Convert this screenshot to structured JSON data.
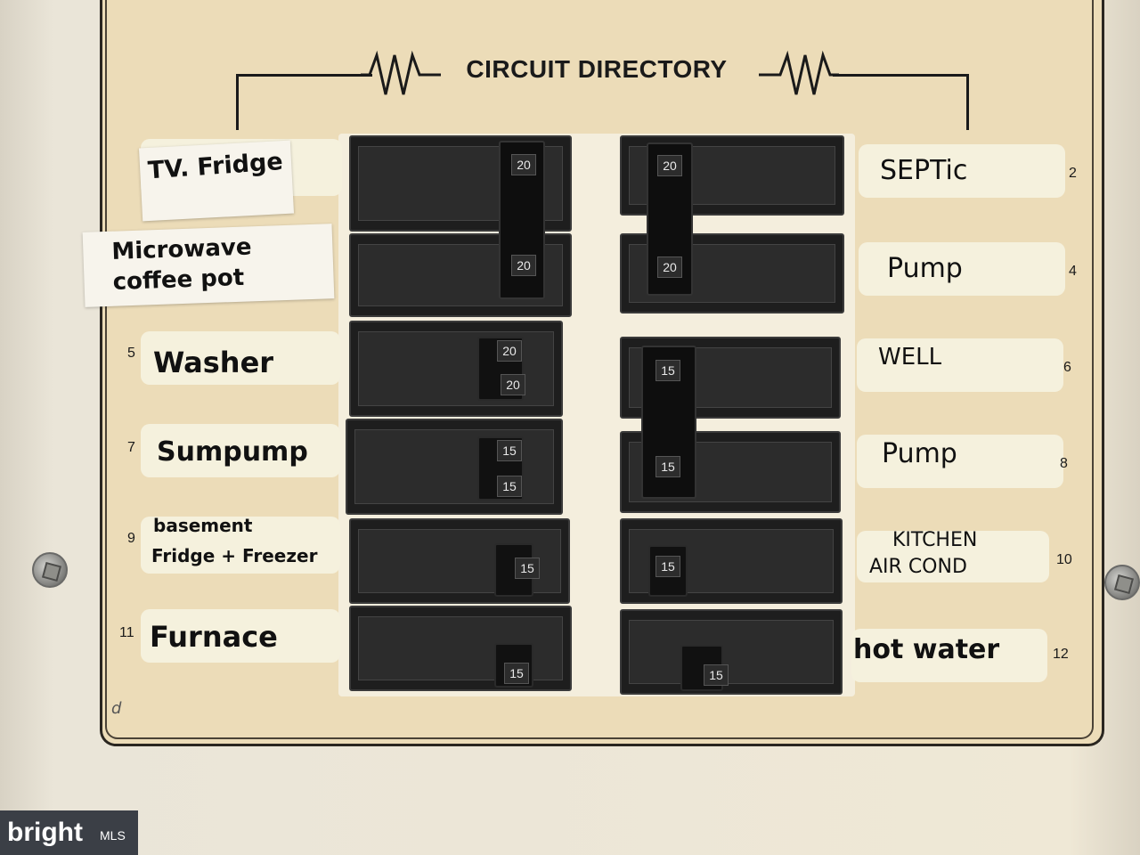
{
  "title": "CIRCUIT DIRECTORY",
  "labels": {
    "l1": "TV. Fridge",
    "l3": "Microwave coffee pot",
    "l5": "Washer",
    "l7": "Sumpump",
    "l9a": "basement",
    "l9b": "Fridge + Freezer",
    "l11": "Furnace",
    "r2": "SEPTic",
    "r4": "Pump",
    "r6": "WELL",
    "r8": "Pump",
    "r10a": "KITCHEN",
    "r10b": "AIR COND",
    "r12": "hot water"
  },
  "numbers": {
    "n2": "2",
    "n4": "4",
    "n5": "5",
    "n6": "6",
    "n7": "7",
    "n8": "8",
    "n9": "9",
    "n10": "10",
    "n11": "11",
    "n12": "12"
  },
  "amps": {
    "a1": "20",
    "a3": "20",
    "a5a": "20",
    "a5b": "20",
    "a7a": "15",
    "a7b": "15",
    "a9": "15",
    "a11": "15",
    "b2": "20",
    "b4": "20",
    "b6": "15",
    "b8": "15",
    "b10": "15",
    "b12": "15"
  },
  "watermark": {
    "brand": "bright",
    "suffix": "MLS"
  },
  "corner_mark": "d"
}
